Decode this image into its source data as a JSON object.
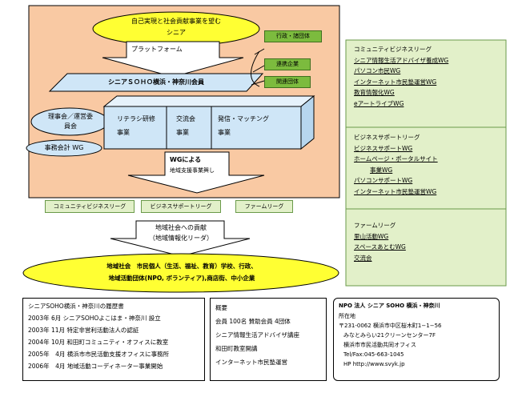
{
  "colors": {
    "frame_bg": "#f9c9a3",
    "yellow": "#ffff33",
    "light_blue": "#cfe6f7",
    "green_panel": "#e2f0c9",
    "green_btn": "#7cbb3e"
  },
  "top_ellipse": {
    "line1": "自己実現と社会貢献事業を望む",
    "line2": "シニア"
  },
  "platform_label": "プラットフォーム",
  "partners": [
    "行政・諸団体",
    "連携企業",
    "関連団体"
  ],
  "soho_banner": "シニアＳＯＨＯ横浜・神奈川会員",
  "board": {
    "line1": "理事会／運営委",
    "line2": "員会"
  },
  "secretariat": "事務会計 WG",
  "cube_cells": [
    {
      "line1": "リテラシ研修",
      "line2": "事業"
    },
    {
      "line1": "交流会",
      "line2": "事業"
    },
    {
      "line1": "発信・マッチング",
      "line2": "事業"
    }
  ],
  "wg_box": {
    "line1": "WGによる",
    "line2": "地域支援事業興し"
  },
  "leagues": [
    "コミュニティビジネスリーグ",
    "ビジネスサポートリーグ",
    "ファームリーグ"
  ],
  "contribution": {
    "line1": "地域社会への貢献",
    "line2": "（地域情報化リーダ）"
  },
  "bottom_ellipse": {
    "line1": "地域社会　市民個人（生活、福祉、教育）学校、行政、",
    "line2": "地域活動団体(NPO, ボランティア),商店街、中小企業"
  },
  "right_panel": {
    "community": {
      "title": "コミュニティビジネスリーグ",
      "items": [
        "シニア情報生活アドバイザ養成WG",
        "パソコン市民WG",
        "インターネット市民塾運営WG",
        "教育情報化WG",
        "eアートライブWG"
      ]
    },
    "business": {
      "title": "ビジネスサポートリーグ",
      "items": [
        "ビジネスサポートWG",
        "ホームページ・ポータルサイト",
        "事業WG",
        "パソコンサポートWG",
        "インターネット市民塾運営WG"
      ]
    },
    "farm": {
      "title": "ファームリーグ",
      "items": [
        "里山活動WG",
        "スペースあとむWG",
        "交流会"
      ]
    }
  },
  "history": {
    "title": "シニアSOHO横浜・神奈川の履歴書",
    "rows": [
      "2003年 6月  シニアSOHOよこはま・神奈川  設立",
      "2003年 11月  特定非営利活動法人の認証",
      "2004年 10月  和田町コミュニティ・オフィスに教室",
      "2005年　4月  横浜市市民活動支援オフィスに事務所",
      "2006年　4月  地域活動コーディネーター事業開始"
    ]
  },
  "summary": {
    "title": "概要",
    "rows": [
      "会員  100名   賛助会員  4団体",
      "シニア情報生活アドバイザ講座",
      "和田町教室開講",
      "インターネット市民塾運営"
    ]
  },
  "contact": {
    "org": "NPO 法人  シニア SOHO 横浜・神奈川",
    "label": "所在地",
    "lines": [
      "〒231-0062  横浜市中区桜木町1−1−56",
      "みなとみらい21クリーンセンター7F",
      "横浜市市民活動共同オフィス",
      "Tel/Fax:045-663-1045",
      "HP   http://www.svyk.jp"
    ]
  }
}
